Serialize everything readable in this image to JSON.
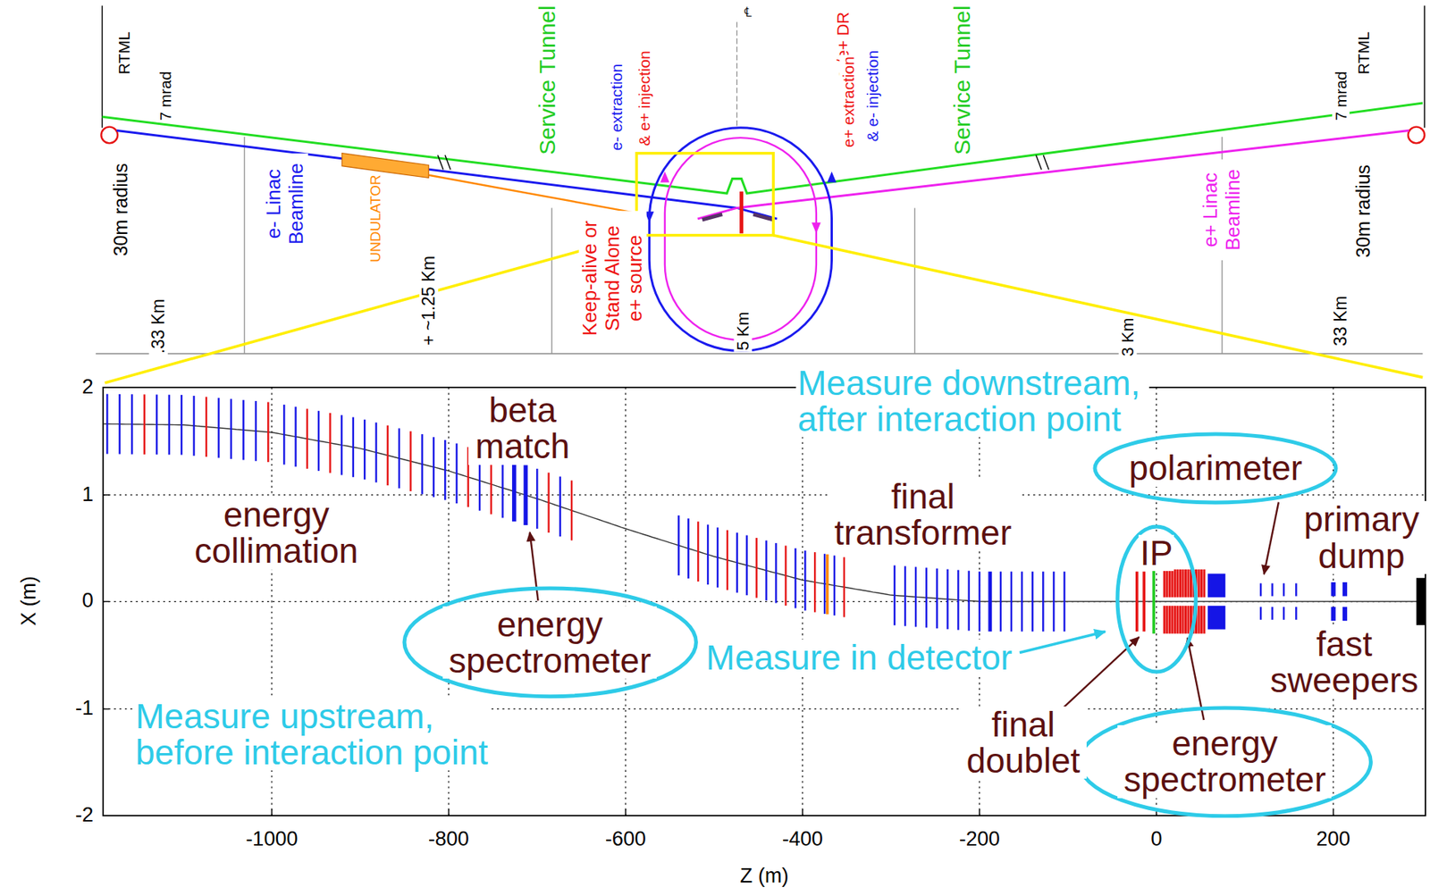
{
  "diagram": {
    "nodes": [
      {
        "text": [
          "energy spectrometer"
        ]
      },
      {
        "text": [
          "polarimeter"
        ]
      },
      {
        "text": [
          "IP"
        ]
      },
      {
        "text": [
          "energy spectrometer"
        ]
      }
    ],
    "labels": [
      "RTML",
      "7 mrad",
      "30m radius",
      "e- Linac Beamline",
      "UNDULATOR",
      ".33 Km",
      "+ ~1.25 Km",
      "Service Tunnel",
      "e- extraction",
      "& e+ injection",
      "Keep-alive or Stand Alone e+ source",
      "℄",
      "5 Km",
      "e-/e+ DR",
      "e+ extraction",
      "& e- injection",
      "Service Tunnel",
      "3 Km",
      "e+ Linac Beamline",
      "7 mrad",
      "RTML",
      "30m radius",
      "33 Km",
      "Measure downstream, after interaction point",
      "beta match",
      "energy collimation",
      "final transformer",
      "primary dump",
      "Measure in detector",
      "final doublet",
      "fast sweepers",
      "Measure upstream, before interaction point",
      "2",
      "1",
      "0",
      "-1",
      "-2",
      "-1000",
      "-800",
      "-600",
      "-400",
      "-200",
      "0",
      "200",
      "X (m)",
      "Z (m)"
    ]
  }
}
